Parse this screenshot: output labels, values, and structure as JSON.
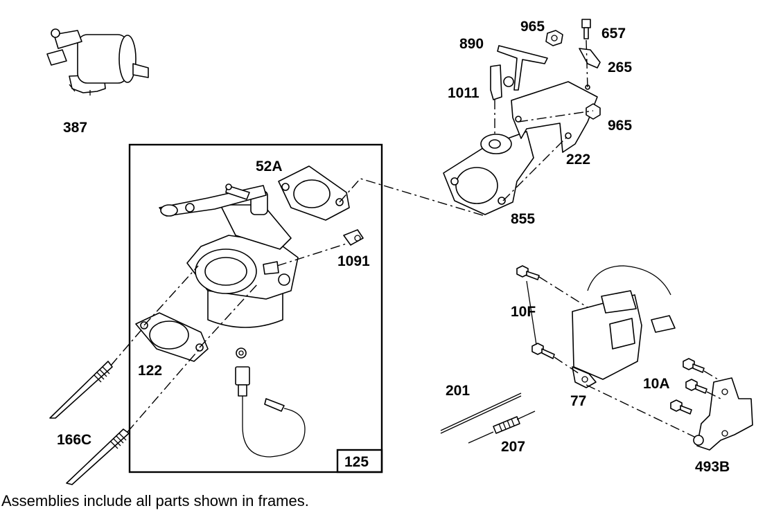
{
  "labels": {
    "l387": "387",
    "l890": "890",
    "l965a": "965",
    "l657": "657",
    "l265": "265",
    "l1011": "1011",
    "l965b": "965",
    "l222": "222",
    "l52a": "52A",
    "l855": "855",
    "l1091": "1091",
    "l10f": "10F",
    "l122": "122",
    "l201": "201",
    "l10a": "10A",
    "l77": "77",
    "l207": "207",
    "l166c": "166C",
    "l125": "125",
    "l493b": "493B"
  },
  "footnote": "Assemblies include all parts shown in frames."
}
